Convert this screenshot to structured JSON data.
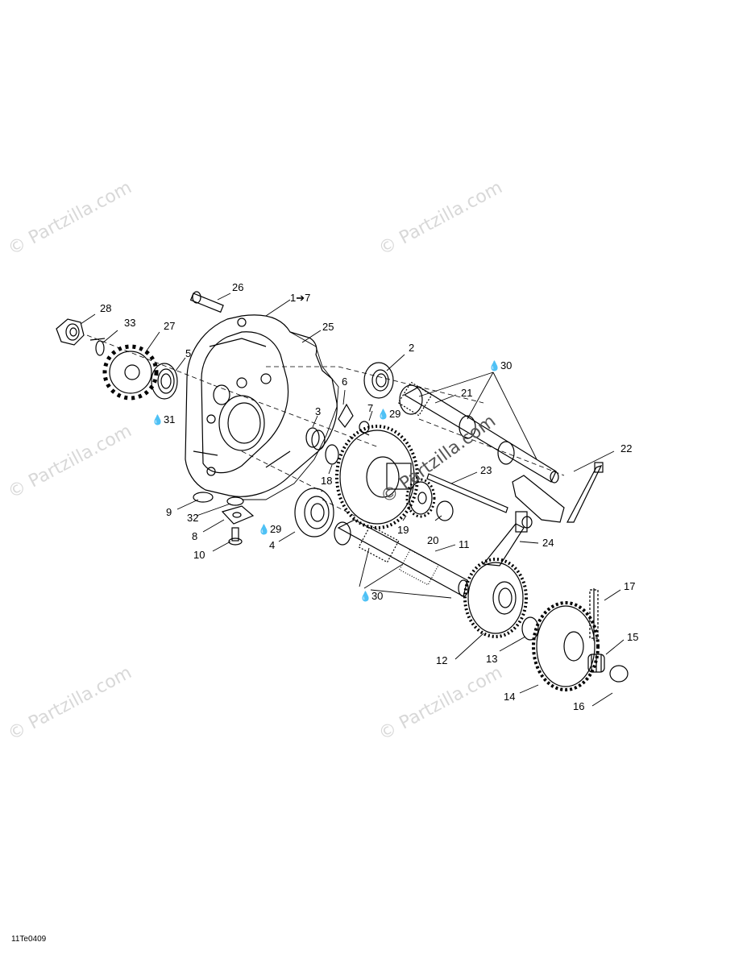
{
  "watermark": "© Partzilla.com",
  "center_watermark": "© Partzilla.com",
  "reference_code": "11Te0409",
  "callouts": [
    {
      "id": "c26",
      "text": "26"
    },
    {
      "id": "c1-7",
      "text": "1➔7"
    },
    {
      "id": "c28",
      "text": "28"
    },
    {
      "id": "c33",
      "text": "33"
    },
    {
      "id": "c27",
      "text": "27"
    },
    {
      "id": "c25",
      "text": "25"
    },
    {
      "id": "c2",
      "text": "2"
    },
    {
      "id": "c5",
      "text": "5"
    },
    {
      "id": "c30a",
      "text": "30"
    },
    {
      "id": "c6",
      "text": "6"
    },
    {
      "id": "c21",
      "text": "21"
    },
    {
      "id": "c7",
      "text": "7"
    },
    {
      "id": "c29a",
      "text": "29"
    },
    {
      "id": "c3",
      "text": "3"
    },
    {
      "id": "c31",
      "text": "31"
    },
    {
      "id": "c22",
      "text": "22"
    },
    {
      "id": "c23",
      "text": "23"
    },
    {
      "id": "c18",
      "text": "18"
    },
    {
      "id": "c9",
      "text": "9"
    },
    {
      "id": "c32",
      "text": "32"
    },
    {
      "id": "c19",
      "text": "19"
    },
    {
      "id": "c20",
      "text": "20"
    },
    {
      "id": "c29b",
      "text": "29"
    },
    {
      "id": "c8",
      "text": "8"
    },
    {
      "id": "c24",
      "text": "24"
    },
    {
      "id": "c11",
      "text": "11"
    },
    {
      "id": "c4",
      "text": "4"
    },
    {
      "id": "c10",
      "text": "10"
    },
    {
      "id": "c30b",
      "text": "30"
    },
    {
      "id": "c17",
      "text": "17"
    },
    {
      "id": "c15",
      "text": "15"
    },
    {
      "id": "c12",
      "text": "12"
    },
    {
      "id": "c13",
      "text": "13"
    },
    {
      "id": "c14",
      "text": "14"
    },
    {
      "id": "c16",
      "text": "16"
    }
  ]
}
